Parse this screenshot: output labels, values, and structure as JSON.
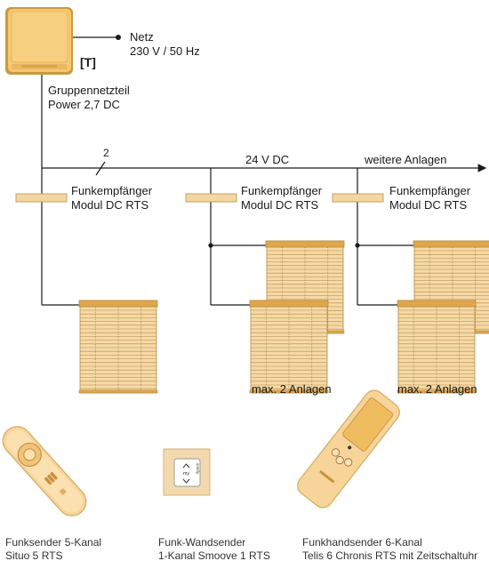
{
  "colors": {
    "line": "#1a1a1a",
    "psu_body": "#F5C770",
    "psu_edge": "#C99A3E",
    "receiver": "#F2D7A4",
    "receiver_edge": "#C9A25E",
    "blind_fill": "#F5D9A6",
    "blind_rail": "#E0A64A",
    "blind_stroke": "#B88A45",
    "remote_fill": "#FBE0B0",
    "remote_edge": "#D8A95C"
  },
  "power_supply": {
    "icon": "power-supply-box",
    "type_marker": "[T]",
    "name": "Gruppennetzteil",
    "model": "Power 2,7 DC"
  },
  "mains": {
    "label": "Netz",
    "spec": "230 V / 50 Hz"
  },
  "bus": {
    "wire_count": "2",
    "voltage": "24 V DC",
    "more": "weitere Anlagen"
  },
  "receivers": [
    {
      "name": "Funkempfänger",
      "model": "Modul DC RTS"
    },
    {
      "name": "Funkempfänger",
      "model": "Modul DC RTS"
    },
    {
      "name": "Funkempfänger",
      "model": "Modul DC RTS"
    }
  ],
  "max_notes": [
    "max. 2 Anlagen",
    "max. 2 Anlagen"
  ],
  "transmitters": [
    {
      "icon": "situo-remote",
      "line1": "Funksender 5-Kanal",
      "line2": "Situo 5 RTS"
    },
    {
      "icon": "smoove-wall-switch",
      "line1": "Funk-Wandsender",
      "line2": "1-Kanal Smoove 1 RTS",
      "logo": "somfy",
      "button": "my"
    },
    {
      "icon": "telis-remote",
      "line1": "Funkhandsender 6-Kanal",
      "line2": "Telis 6 Chronis RTS mit Zeitschaltuhr"
    }
  ]
}
